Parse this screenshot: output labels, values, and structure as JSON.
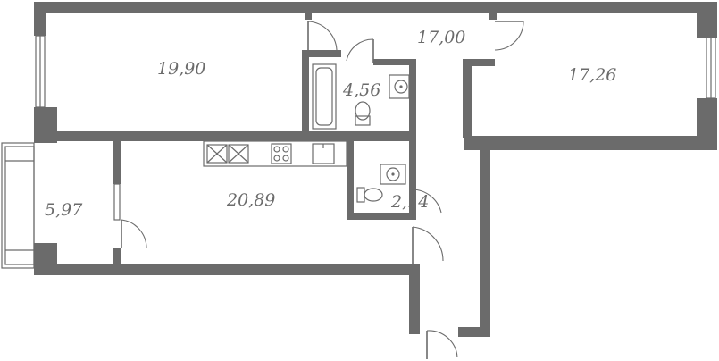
{
  "rooms": [
    {
      "id": "room-1",
      "area": "19,90"
    },
    {
      "id": "corridor",
      "area": "17,00"
    },
    {
      "id": "room-2",
      "area": "17,26"
    },
    {
      "id": "bathroom",
      "area": "4,56"
    },
    {
      "id": "balcony",
      "area": "5,97"
    },
    {
      "id": "kitchen-living",
      "area": "20,89"
    },
    {
      "id": "wc",
      "area": "2,14"
    }
  ],
  "colors": {
    "wall": "#6b6b6b",
    "background": "#ffffff"
  }
}
